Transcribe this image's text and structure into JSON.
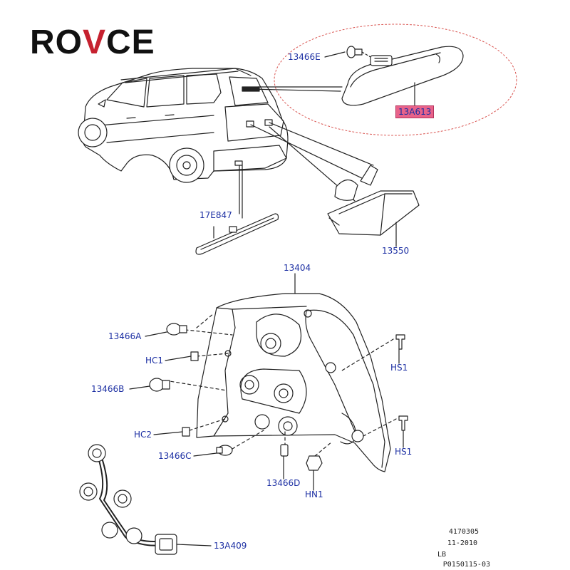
{
  "brand": {
    "logo_left": "RO",
    "logo_mid": "V",
    "logo_right": "CE"
  },
  "callouts": {
    "c13466E": "13466E",
    "c13A613": "13A613",
    "c17E847": "17E847",
    "c13550": "13550",
    "c13404": "13404",
    "c13466A": "13466A",
    "cHC1": "HC1",
    "c13466B": "13466B",
    "cHC2": "HC2",
    "c13466C": "13466C",
    "c13466D": "13466D",
    "cHN1": "HN1",
    "cHS1a": "HS1",
    "cHS1b": "HS1",
    "c13A409": "13A409"
  },
  "stamp": {
    "line1": "4170305",
    "line2": "11-2010",
    "line3": "LB",
    "line4": "P0150115-03"
  },
  "colors": {
    "callout_text": "#1c2fa3",
    "highlight_fill": "#e8628a",
    "outline_ellipse": "#d9534f",
    "logo_accent": "#c6212f"
  }
}
